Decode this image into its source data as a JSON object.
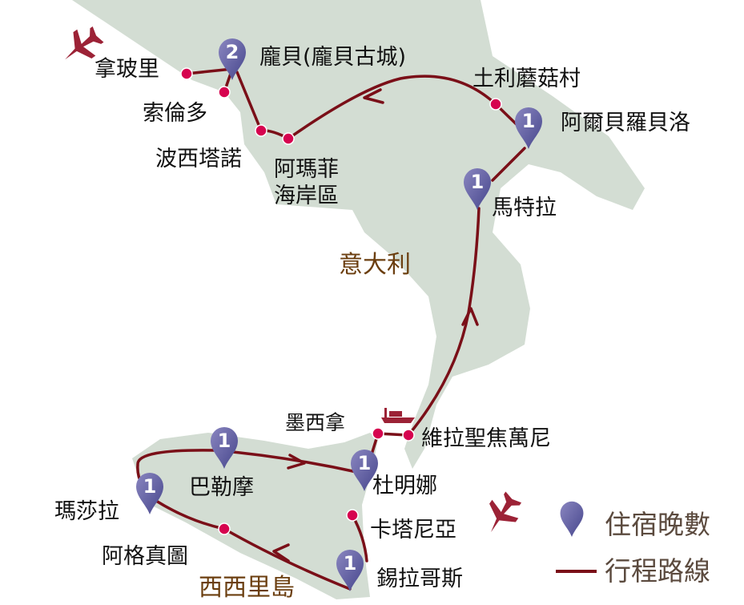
{
  "map": {
    "regions": {
      "italy": "意大利",
      "sicily": "西西里島"
    },
    "places": {
      "naples": "拿玻里",
      "pompeii": "龐貝(龐貝古城)",
      "sorrento": "索倫多",
      "positano": "波西塔諾",
      "amalfi_1": "阿瑪菲",
      "amalfi_2": "海岸區",
      "trulli": "土利蘑菇村",
      "alberobello": "阿爾貝羅貝洛",
      "matera": "馬特拉",
      "messina": "墨西拿",
      "villa_sg": "維拉聖焦萬尼",
      "palermo": "巴勒摩",
      "taormina": "杜明娜",
      "marsala": "瑪莎拉",
      "catania": "卡塔尼亞",
      "agrigento": "阿格真圖",
      "siracusa": "錫拉哥斯"
    },
    "nights": {
      "pompeii": "2",
      "alberobello": "1",
      "matera": "1",
      "palermo": "1",
      "marsala": "1",
      "taormina": "1",
      "siracusa": "1"
    },
    "colors": {
      "route": "#7a0f18",
      "stop": "#d6034f",
      "pin": "#5a5899",
      "land": "#d3ddd3",
      "plane": "#9c2236"
    }
  },
  "legend": {
    "nights_label": "住宿晚數",
    "route_label": "行程路線"
  }
}
